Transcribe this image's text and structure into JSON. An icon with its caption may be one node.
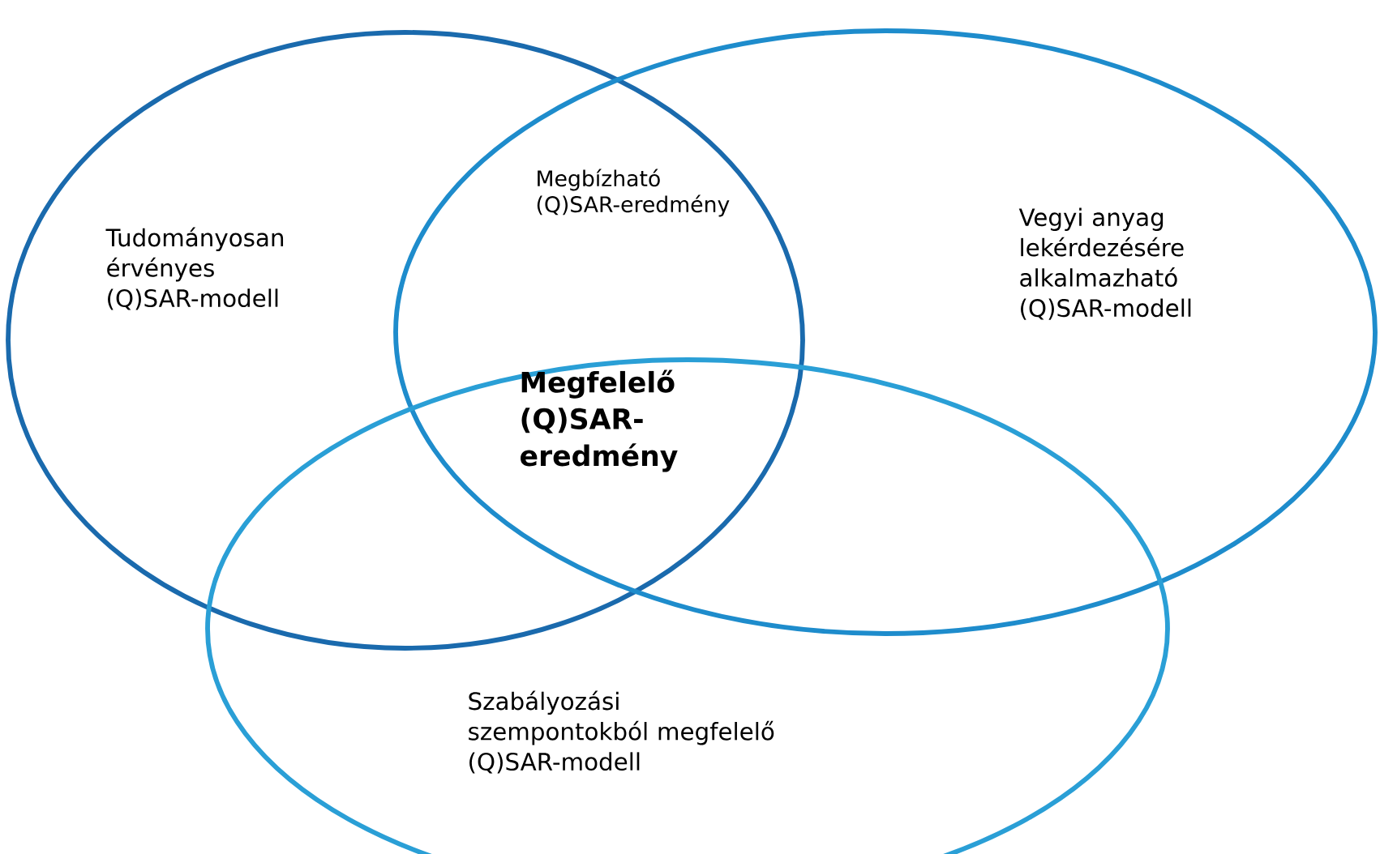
{
  "diagram": {
    "nodes": [
      {
        "text": [
          "Tudományosan érvényes (Q)SAR-modell"
        ]
      },
      {
        "text": [
          "Vegyi anyag lekérdezésére alkalmazható (Q)SAR-modell"
        ]
      },
      {
        "text": [
          "Szabályozási szempontokból megfelelő (Q)SAR-modell"
        ]
      }
    ],
    "labels": [
      "Megbízható (Q)SAR-eredmény",
      "Megfelelő (Q)SAR-eredmény"
    ]
  }
}
